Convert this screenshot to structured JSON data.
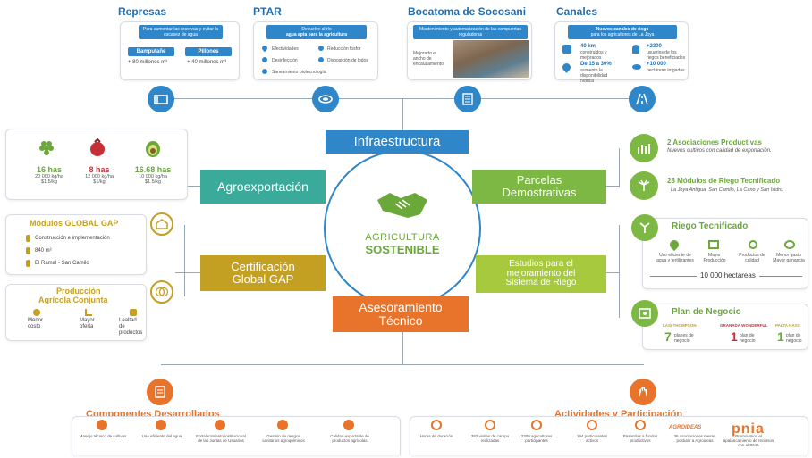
{
  "colors": {
    "blue": "#2f86c8",
    "green": "#7cb843",
    "orange": "#e8732a",
    "olive": "#c4a022",
    "teal": "#3aab9a",
    "lightgreen": "#a7c93d"
  },
  "top": {
    "represas": {
      "title": "Represas",
      "note": "Para aumentar las reservas y evitar la escasez de agua",
      "a_label": "Bamputañe",
      "a_val": "+ 80 millones m³",
      "b_label": "Pillones",
      "b_val": "+ 40 millones m³"
    },
    "ptar": {
      "title": "PTAR",
      "note1": "Devuelve al río",
      "note2": "agua apta para la agricultura",
      "i1": "Efectividades",
      "i2": "Reducción fosfor",
      "i3": "Desinfección",
      "i4": "Disposición de lodos",
      "i5": "Saneamiento biotecnología"
    },
    "bocatoma": {
      "title": "Bocatoma de Socosani",
      "note": "Mantenimiento y automatización de las compuertas reguladoras",
      "side": "Mejorado el ancho de encauzamiento"
    },
    "canales": {
      "title": "Canales",
      "note1": "Nuevos canales de riego",
      "note2": "para los agricultores de La Joya",
      "s1": "40 km",
      "s1b": "construidos y mejorados",
      "s2": "+2300",
      "s2b": "usuarios de los riegos beneficiados",
      "s3": "De 15 a 30%",
      "s3b": "aumento la disponibilidad hídrica",
      "s4": "+10 000",
      "s4b": "hectáreas irrigadas"
    }
  },
  "center": {
    "line1": "AGRICULTURA",
    "line2": "SOSTENIBLE"
  },
  "pillars": {
    "infra": "Infraestructura",
    "agro": "Agroexportación",
    "parcelas1": "Parcelas",
    "parcelas2": "Demostrativas",
    "cert1": "Certificación",
    "cert2": "Global GAP",
    "estudios1": "Estudios para el",
    "estudios2": "mejoramiento del",
    "estudios3": "Sistema de Riego",
    "ases1": "Asesoramiento",
    "ases2": "Técnico"
  },
  "agro_card": {
    "items": [
      {
        "has": "16 has",
        "a": "20 000 kg/ha",
        "b": "$1.5/kg"
      },
      {
        "has": "8 has",
        "a": "12 000 kg/ha",
        "b": "$1/kg"
      },
      {
        "has": "16.68 has",
        "a": "10 000 kg/ha",
        "b": "$1.5/kg"
      }
    ]
  },
  "gap_card": {
    "title": "Módulos GLOBAL GAP",
    "r1": "Construcción e implementación",
    "r2": "840 m²",
    "r3": "El Ramal - San Camilo"
  },
  "prod_card": {
    "title1": "Producción",
    "title2": "Agrícola Conjunta",
    "c1a": "Menor",
    "c1b": "costo",
    "c2a": "Mayor",
    "c2b": "oferta",
    "c3a": "Lealtad",
    "c3b": "de productos"
  },
  "parcelas_right": {
    "t1": "2 Asociaciones Productivas",
    "t1b": "Nuevos cultivos con calidad de exportación.",
    "t2": "28 Módulos de Riego Tecnificado",
    "t2b": "La Joya Antigua, San Camilo, La Cano y San Isidro."
  },
  "riego": {
    "title": "Riego Tecnificado",
    "i1": "Uso eficiente de agua y fertilizantes",
    "i2": "Mayor Producción",
    "i3": "Productos de calidad",
    "i4": "Menor gasto Mayor ganancia",
    "total": "10 000 hectáreas"
  },
  "plan": {
    "title": "Plan de Negocio",
    "a_name": "LASI THOMPSON",
    "a_num": "7",
    "a_txt": "planes de negocio",
    "b_name": "GRANADA WONDERFUL",
    "b_num": "1",
    "b_txt": "plan de negocio",
    "c_name": "PALTA HASS",
    "c_num": "1",
    "c_txt": "plan de negocio"
  },
  "componentes": {
    "title": "Componentes Desarrollados",
    "items": [
      "Manejo técnico de cultivos",
      "Uso eficiente del agua",
      "Fortalecimiento institucional de las Juntas de Usuarios",
      "Gestión de riesgos sanitarios agroquímicos",
      "Calidad exportable de productos agrícolas"
    ]
  },
  "actividades": {
    "title": "Actividades y Participación",
    "items": [
      "Horas de duración",
      "382 visitas de campo realizadas",
      "2300 agricultores participantes",
      "194 participantes activos",
      "Pasantías a fundos productivos",
      "36 asociaciones mesas postular a Agroideas",
      "Promovimos el apalancamiento de recursos con el PNIA"
    ],
    "logo1": "AGROIDEAS",
    "logo2": "pnia"
  }
}
